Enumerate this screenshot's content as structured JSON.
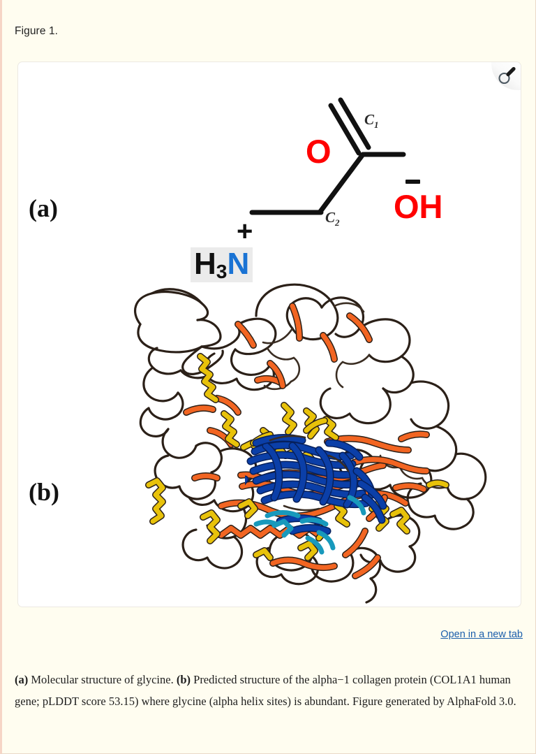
{
  "page": {
    "background_color": "#fffdf0",
    "accent_border_color": "#f6d5c6"
  },
  "figure_heading": "Figure 1.",
  "panel": {
    "zoom_icon_name": "magnifier-icon",
    "background_color": "#ffffff"
  },
  "section_labels": {
    "a": "(a)",
    "b": "(b)"
  },
  "molecule": {
    "name": "glycine",
    "atoms": {
      "carbonyl_oxygen": "O",
      "hydroxyl": "OH",
      "hydroxyl_charge": "−",
      "amino_h": "H",
      "amino_h_count": "3",
      "amino_n": "N",
      "amino_charge": "+",
      "carbon_1": "C",
      "carbon_1_sub": "1",
      "carbon_2": "C",
      "carbon_2_sub": "2"
    },
    "colors": {
      "oxygen": "#ff0000",
      "nitrogen": "#1a73d4",
      "carbon": "#111111",
      "highlight": "#ebebeb"
    },
    "bonds": [
      {
        "from": "C1",
        "to": "O",
        "order": 2
      },
      {
        "from": "C1",
        "to": "OH",
        "order": 1
      },
      {
        "from": "C1",
        "to": "C2",
        "order": 1
      },
      {
        "from": "C2",
        "to": "N",
        "order": 1
      }
    ]
  },
  "protein": {
    "name": "alpha-1 collagen (COL1A1)",
    "plddt_score": "53.15",
    "color_legend": {
      "very_high": "#0b3fa8",
      "confident": "#24a0c4",
      "low": "#f6c70a",
      "very_low": "#f26522",
      "backbone": "#2b2018"
    }
  },
  "open_in_new_tab": {
    "label": "Open in a new tab",
    "color": "#1a5eab"
  },
  "caption": {
    "part_a_label": "(a)",
    "part_a_text": " Molecular structure of glycine. ",
    "part_b_label": "(b)",
    "part_b_text": " Predicted structure of the alpha−1 collagen protein (COL1A1 human gene; pLDDT score 53.15) where glycine (alpha helix sites) is abundant. Figure generated by AlphaFold 3.0."
  }
}
